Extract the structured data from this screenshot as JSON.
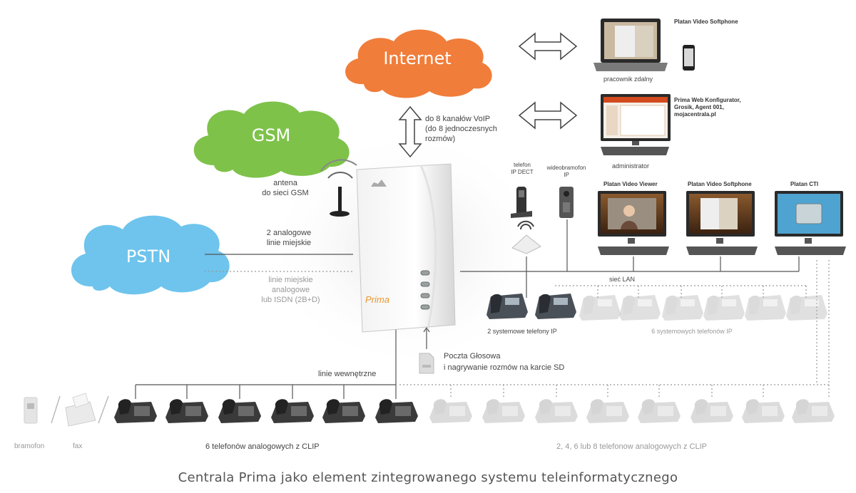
{
  "title": "Centrala Prima jako element zintegrowanego systemu teleinformatycznego",
  "clouds": {
    "internet": "Internet",
    "gsm": "GSM",
    "pstn": "PSTN"
  },
  "colors": {
    "internet": "#f07d3a",
    "gsm": "#7ec24a",
    "pstn": "#6ec4ec",
    "line": "#555555",
    "dotted": "#999999",
    "brand": "#e8962f"
  },
  "labels": {
    "voip": [
      "do 8 kanałów VoIP",
      "(do 8 jednoczesnych",
      "rozmów)"
    ],
    "antenna": [
      "antena",
      "do sieci GSM"
    ],
    "analog_lines": [
      "2 analogowe",
      "linie miejskie"
    ],
    "isdn_lines": [
      "linie miejskie",
      "analogowe",
      "lub ISDN (2B+D)"
    ],
    "dect": [
      "telefon",
      "IP DECT"
    ],
    "doorphone_ip": [
      "wideobramofon",
      "IP"
    ],
    "lan": "sieć LAN",
    "sd_card": [
      "Poczta Głosowa",
      "i nagrywanie rozmów na karcie SD"
    ],
    "internal_lines": "linie wewnętrzne",
    "system_ip_2": "2 systemowe telefony IP",
    "system_ip_6": "6 systemowych telefonów IP",
    "doorphone": "bramofon",
    "fax": "fax",
    "analog_6": "6 telefonów analogowych z CLIP",
    "analog_opt": "2, 4, 6 lub 8 telefonow analogowych z CLIP",
    "brand": "Prima"
  },
  "computers": {
    "softphone_remote": "Platan Video Softphone",
    "remote_worker": "pracownik zdalny",
    "web_config": [
      "Prima Web Konfigurator,",
      "Grosik, Agent 001,",
      "mojacentrala.pl"
    ],
    "admin": "administrator",
    "video_viewer": "Platan Video Viewer",
    "video_softphone": "Platan Video Softphone",
    "cti": "Platan CTI"
  }
}
